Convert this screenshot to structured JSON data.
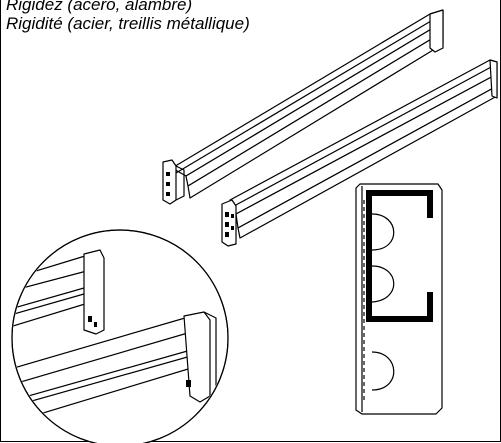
{
  "captions": {
    "spanish": "Rigidez (acero, alambre)",
    "french": "Rigidité (acier, treillis métallique)"
  },
  "illustration": {
    "items": [
      "beam-rear",
      "beam-front",
      "detail-circle",
      "connector-profile"
    ]
  },
  "colors": {
    "line": "#000000",
    "background": "#ffffff"
  }
}
